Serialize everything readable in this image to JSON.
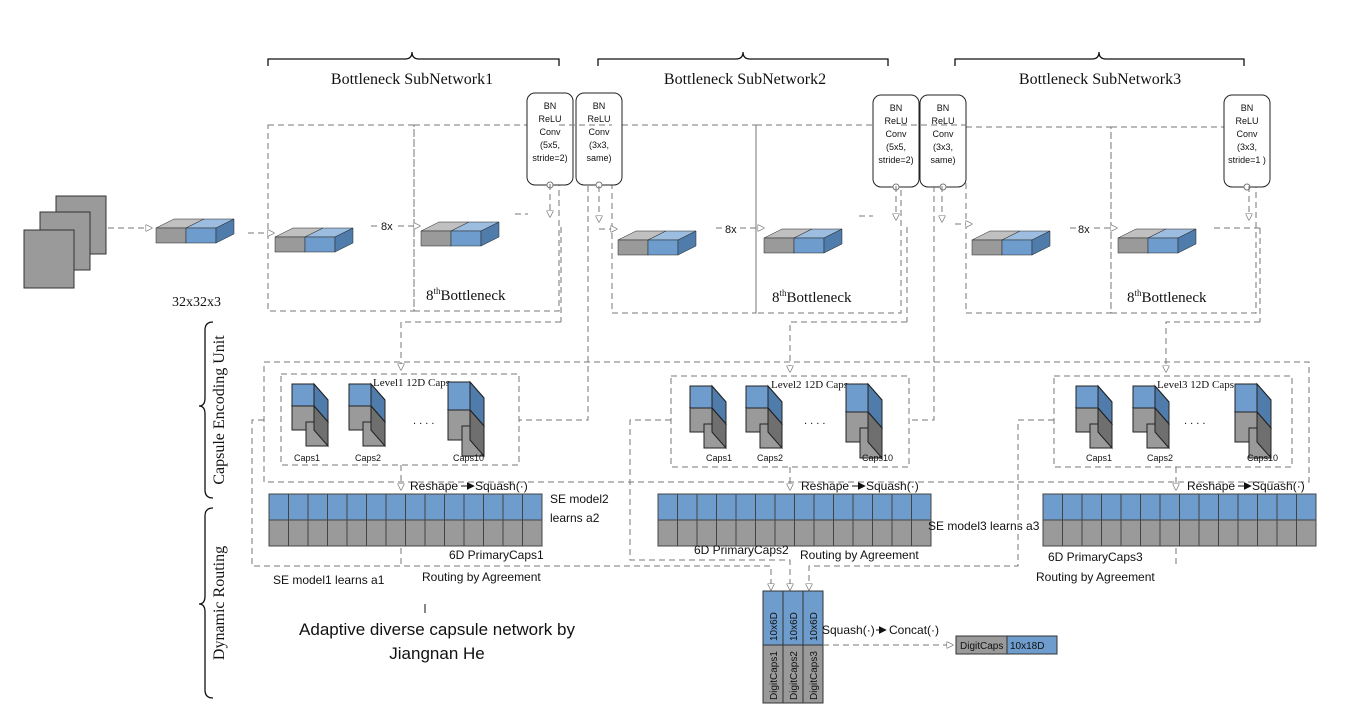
{
  "subnetworks": [
    {
      "title": "Bottleneck SubNetwork1",
      "repeat": "8x",
      "last_label_pre": "8",
      "last_label_sup": "th",
      "last_label_post": "Bottleneck"
    },
    {
      "title": "Bottleneck SubNetwork2",
      "repeat": "8x",
      "last_label_pre": "8",
      "last_label_sup": "th",
      "last_label_post": "Bottleneck"
    },
    {
      "title": "Bottleneck SubNetwork3",
      "repeat": "8x",
      "last_label_pre": "8",
      "last_label_sup": "th",
      "last_label_post": "Bottleneck"
    }
  ],
  "bn_boxes": [
    {
      "lines": [
        "BN",
        "ReLU",
        "Conv",
        "(5x5,",
        "stride=2)"
      ]
    },
    {
      "lines": [
        "BN",
        "ReLU",
        "Conv",
        "(3x3,",
        "same)"
      ]
    },
    {
      "lines": [
        "BN",
        "ReLU",
        "Conv",
        "(5x5,",
        "stride=2)"
      ]
    },
    {
      "lines": [
        "BN",
        "ReLU",
        "Conv",
        "(3x3,",
        "same)"
      ]
    },
    {
      "lines": [
        "BN",
        "ReLU",
        "Conv",
        "(3x3,",
        "stride=1 )"
      ]
    }
  ],
  "input_label": "32x32x3",
  "side_labels": {
    "capsule_encoding": "Capsule Encoding Unit",
    "dynamic_routing": "Dynamic Routing"
  },
  "levels": [
    {
      "title": "Level1 12D Caps",
      "caps": [
        "Caps1",
        "Caps2",
        "Caps10"
      ],
      "dots": ". . . .",
      "reshape": "Reshape",
      "squash": "Squash(·)",
      "primary": "6D PrimaryCaps1"
    },
    {
      "title": "Level2 12D Caps",
      "caps": [
        "Caps1",
        "Caps2",
        "Caps10"
      ],
      "dots": ". . . .",
      "reshape": "Reshape",
      "squash": "Squash(·)",
      "primary": "6D PrimaryCaps2"
    },
    {
      "title": "Level3  12D Caps",
      "caps": [
        "Caps1",
        "Caps2",
        "Caps10"
      ],
      "dots": ". . . .",
      "reshape": "Reshape",
      "squash": "Squash(·)",
      "primary": "6D PrimaryCaps3"
    }
  ],
  "se_labels": {
    "se1": "SE model1 learns  a1",
    "se2_line1": "SE model2",
    "se2_line2": "learns  a2",
    "se3": "SE model3 learns  a3"
  },
  "routing_labels": [
    "Routing by Agreement",
    "Routing by Agreement",
    "Routing by Agreement"
  ],
  "digit_columns": [
    {
      "top": "10x6D",
      "bottom": "DigitCaps1"
    },
    {
      "top": "10x6D",
      "bottom": "DigitCaps2"
    },
    {
      "top": "10x6D",
      "bottom": "DigitCaps3"
    }
  ],
  "squash_concat": {
    "squash": "Squash(·)",
    "concat": "Concat(·)"
  },
  "output": {
    "label": "DigitCaps",
    "value": "10x18D"
  },
  "caption_line1": "Adaptive diverse capsule network  by",
  "caption_line2": "Jiangnan He",
  "colors": {
    "blue": "#6e9ccc",
    "blue_top": "#9dbde0",
    "blue_side": "#4f7cab",
    "gray": "#9a9a9a",
    "gray_top": "#c0c0c0",
    "gray_side": "#6f6f6f",
    "line": "#777777"
  }
}
